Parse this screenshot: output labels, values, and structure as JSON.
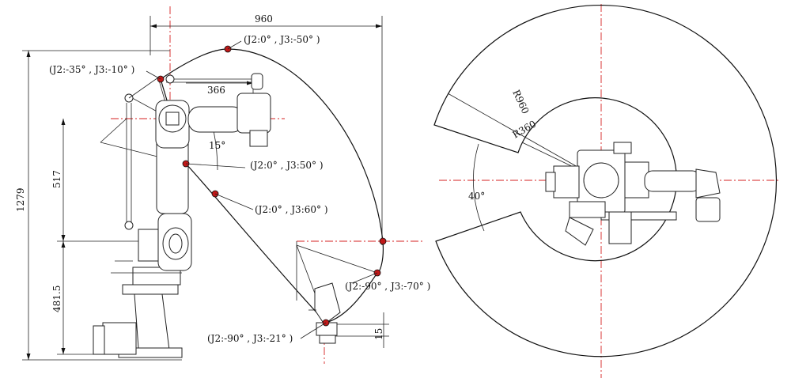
{
  "side_view": {
    "dim_reach": "960",
    "dim_height": "1279",
    "dim_upper": "517",
    "dim_lower": "481.5",
    "dim_arm": "366",
    "dim_wrist": "15",
    "angle_tilt": "15°",
    "pose_1": "(J2:0° , J3:-50° )",
    "pose_2": "(J2:-35° , J3:-10° )",
    "pose_3": "(J2:0° , J3:50° )",
    "pose_4": "(J2:0° , J3:60° )",
    "pose_5": "(J2:-90° , J3:-70° )",
    "pose_6": "(J2:-90° , J3:-21° )"
  },
  "top_view": {
    "radius_outer": "R960",
    "radius_inner": "R360",
    "angle_gap": "40°"
  },
  "colors": {
    "centerline": "#d62020",
    "line": "#111111",
    "marker": "#c01818"
  }
}
